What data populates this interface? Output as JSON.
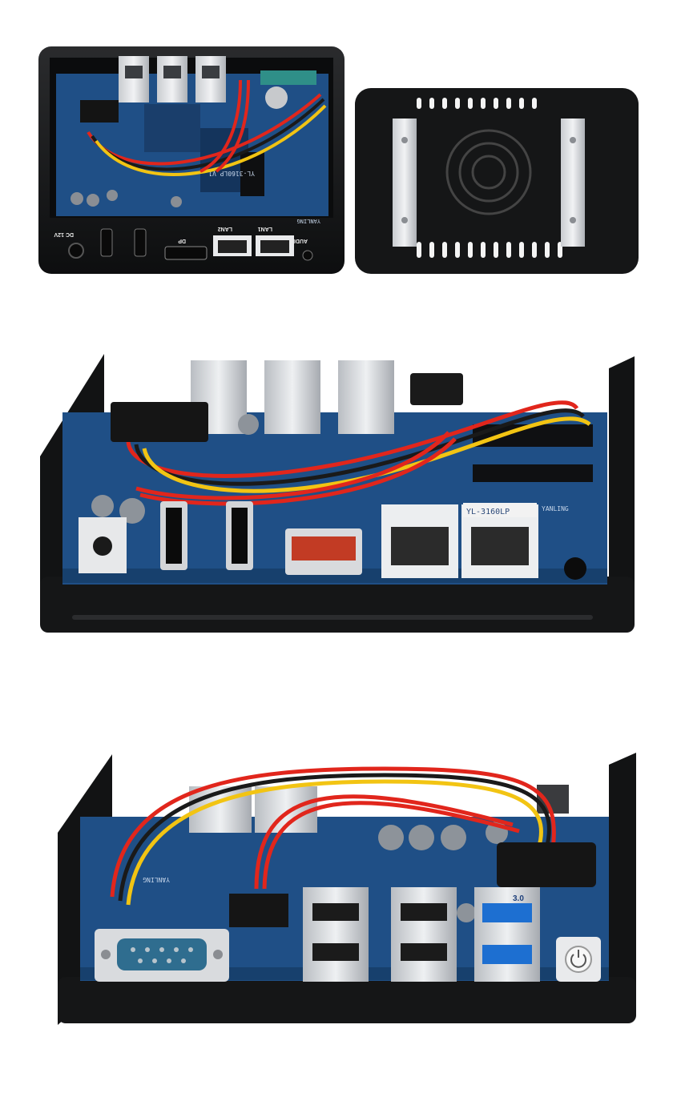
{
  "photo_1": {
    "port_labels": {
      "dc": "DC 12V",
      "dp": "DP",
      "lan2": "LAN2",
      "lan1": "LAN1",
      "audio": "AUDIO"
    },
    "board_marking": "YL-3160LP V1",
    "brand_marking": "YANLING"
  },
  "photo_2": {
    "sticker_text": "YL-3160LP",
    "brand_marking": "YANLING"
  },
  "photo_3": {
    "board_marking": "YANLING",
    "usb3_label": "3.0"
  },
  "colors": {
    "chassis": "#151617",
    "pcb": "#1f4f86",
    "cable_red": "#e1261c",
    "cable_yellow": "#f2c413",
    "cable_black": "#1a1a1a",
    "usb3_blue": "#1d6fd1",
    "db9_blue": "#2f6d8f"
  }
}
